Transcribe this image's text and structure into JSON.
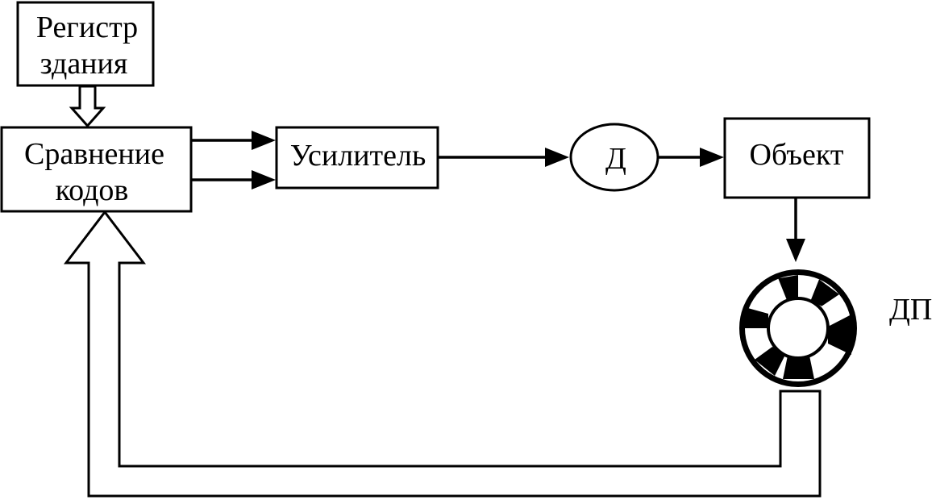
{
  "diagram": {
    "register": {
      "line1": "Регистр",
      "line2": "здания"
    },
    "compare": {
      "line1": "Сравнение",
      "line2": "кодов"
    },
    "amplifier": {
      "label": "Усилитель"
    },
    "motor": {
      "label": "Д"
    },
    "object": {
      "label": "Объект"
    },
    "sensor": {
      "label": "ДП"
    }
  },
  "colors": {
    "stroke": "#000000",
    "background": "#ffffff"
  }
}
